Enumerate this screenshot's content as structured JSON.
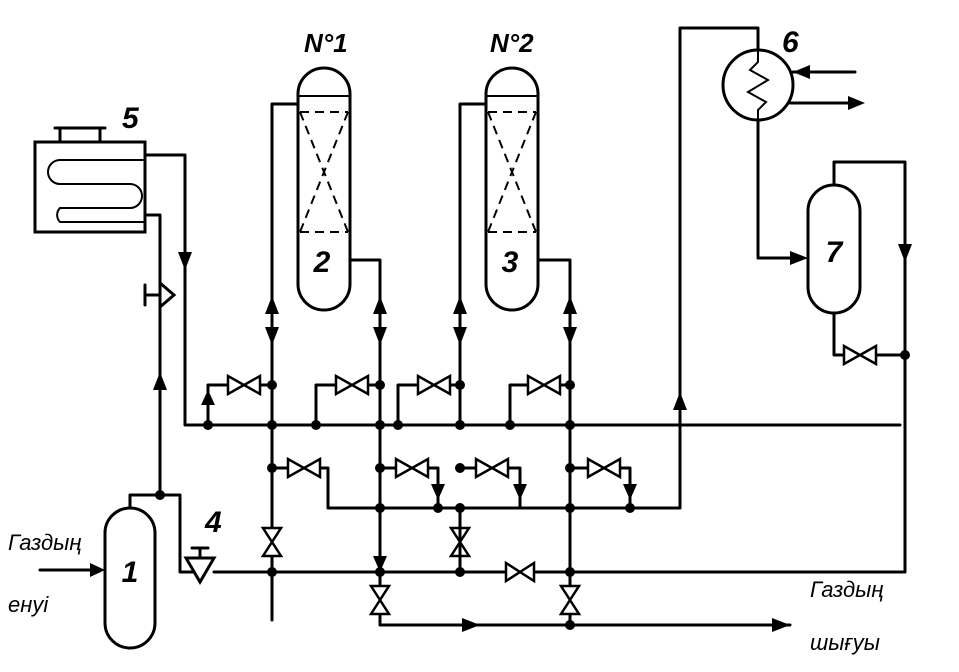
{
  "diagram": {
    "vessels": [
      {
        "id": "1",
        "label": "1"
      },
      {
        "id": "2",
        "label": "2"
      },
      {
        "id": "3",
        "label": "3"
      },
      {
        "id": "7",
        "label": "7"
      }
    ],
    "numbers": {
      "n4": "4",
      "n5": "5",
      "n6": "6"
    },
    "adsorber_tags": {
      "first": "N°1",
      "second": "N°2"
    },
    "gas_inlet": {
      "line1": "Газдың",
      "line2": "енуі"
    },
    "gas_outlet": {
      "line1": "Газдың",
      "line2": "шығуы"
    }
  }
}
